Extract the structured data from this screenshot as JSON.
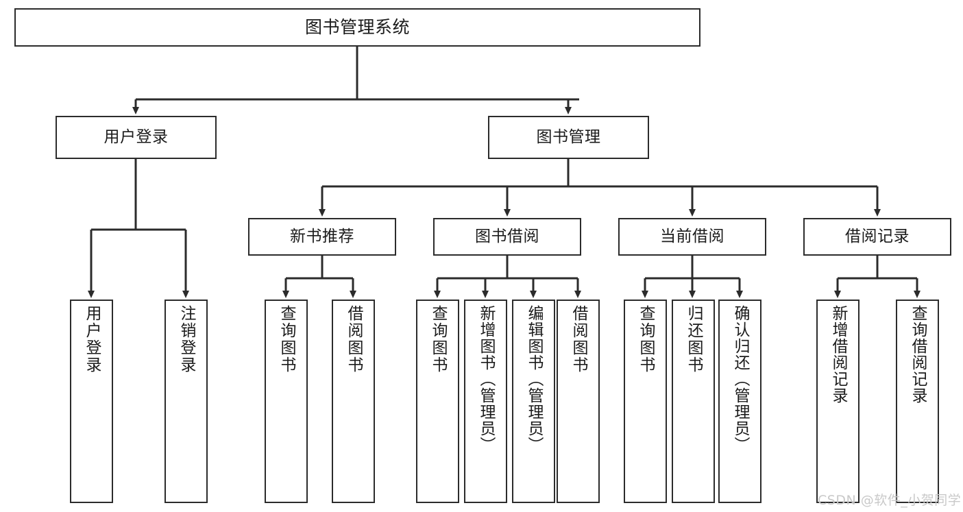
{
  "diagram": {
    "type": "tree-hierarchy-chart",
    "title": "图书管理系统",
    "line_color": "#2b2b2b",
    "box_fill": "#ffffff",
    "text_color": "#1b1b1b",
    "root": {
      "label": "图书管理系统"
    },
    "level2": [
      {
        "label": "用户登录"
      },
      {
        "label": "图书管理"
      }
    ],
    "level3": [
      {
        "label": "新书推荐"
      },
      {
        "label": "图书借阅"
      },
      {
        "label": "当前借阅"
      },
      {
        "label": "借阅记录"
      }
    ],
    "leaves": {
      "user_login": [
        {
          "label": "用户登录"
        },
        {
          "label": "注销登录"
        }
      ],
      "new_book_recommend": [
        {
          "label": "查询图书"
        },
        {
          "label": "借阅图书"
        }
      ],
      "book_borrow": [
        {
          "label": "查询图书"
        },
        {
          "label": "新增图书（管理员）"
        },
        {
          "label": "编辑图书（管理员）"
        },
        {
          "label": "借阅图书"
        }
      ],
      "current_borrow": [
        {
          "label": "查询图书"
        },
        {
          "label": "归还图书"
        },
        {
          "label": "确认归还（管理员）"
        }
      ],
      "borrow_record": [
        {
          "label": "新增借阅记录"
        },
        {
          "label": "查询借阅记录"
        }
      ]
    },
    "watermark": "CSDN @软件_小贺同学"
  }
}
